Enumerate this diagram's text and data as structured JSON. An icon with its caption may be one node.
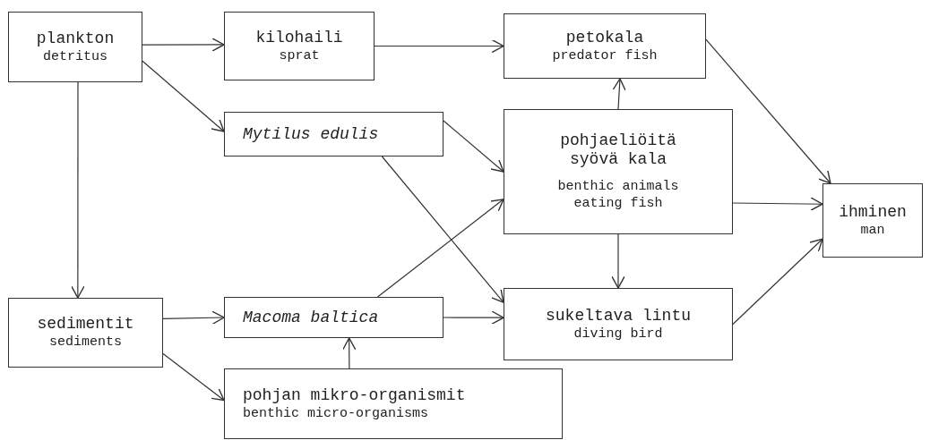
{
  "diagram": {
    "nodes": [
      {
        "text": [
          "plankton",
          "detritus"
        ]
      },
      {
        "text": [
          "kilohaili",
          "sprat"
        ]
      },
      {
        "text": [
          "petokala",
          "predator fish"
        ]
      },
      {
        "text": [
          "Mytilus edulis"
        ]
      },
      {
        "text": [
          "pohjaeliöitä syövä kala",
          "benthic animals eating fish"
        ]
      },
      {
        "text": [
          "ihminen",
          "man"
        ]
      },
      {
        "text": [
          "sedimentit",
          "sediments"
        ]
      },
      {
        "text": [
          "Macoma baltica"
        ]
      },
      {
        "text": [
          "sukeltava lintu",
          "diving bird"
        ]
      },
      {
        "text": [
          "pohjan mikro-organismit",
          "benthic micro-organisms"
        ]
      }
    ],
    "edges": [
      {
        "from": 0,
        "to": 1,
        "arrow": "to"
      },
      {
        "from": 0,
        "to": 3,
        "arrow": "to"
      },
      {
        "from": 0,
        "to": 6,
        "arrow": "to"
      },
      {
        "from": 1,
        "to": 2,
        "arrow": "to"
      },
      {
        "from": 3,
        "to": 4,
        "arrow": "to"
      },
      {
        "from": 3,
        "to": 8,
        "arrow": "to"
      },
      {
        "from": 4,
        "to": 2,
        "arrow": "to"
      },
      {
        "from": 4,
        "to": 5,
        "arrow": "to"
      },
      {
        "from": 4,
        "to": 8,
        "arrow": "to"
      },
      {
        "from": 2,
        "to": 5,
        "arrow": "to"
      },
      {
        "from": 8,
        "to": 5,
        "arrow": "to"
      },
      {
        "from": 6,
        "to": 7,
        "arrow": "to"
      },
      {
        "from": 6,
        "to": 9,
        "arrow": "to"
      },
      {
        "from": 9,
        "to": 7,
        "arrow": "to"
      },
      {
        "from": 7,
        "to": 4,
        "arrow": "to"
      },
      {
        "from": 7,
        "to": 8,
        "arrow": "to"
      }
    ]
  }
}
